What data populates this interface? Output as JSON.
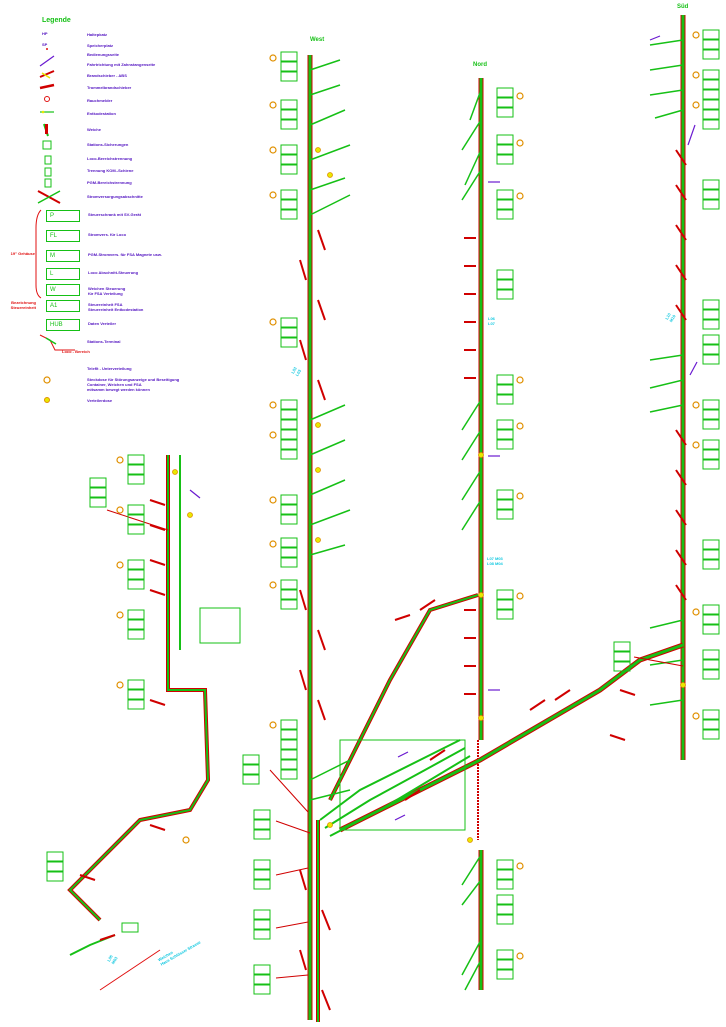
{
  "legend": {
    "title": "Legende",
    "rows": [
      {
        "abbr": "HP",
        "text": "Haltepkatz",
        "sym": "none"
      },
      {
        "abbr": "SP",
        "text": "Speicherplatz",
        "sym": "none"
      },
      {
        "abbr": "",
        "text": "Bedienungsseite",
        "sym": "dot"
      },
      {
        "abbr": "",
        "text": "Fahrtrichtung mit Zahnstangenseite",
        "sym": "arrow"
      },
      {
        "abbr": "",
        "text": "Brandschieber - ABS",
        "sym": "brand"
      },
      {
        "abbr": "",
        "text": "Trommelbrandschieber",
        "sym": "trommel"
      },
      {
        "abbr": "",
        "text": "Rauchmelder",
        "sym": "circle"
      },
      {
        "abbr": "",
        "text": "Entkodestation",
        "sym": "entkode"
      },
      {
        "abbr": "",
        "text": "Weiche",
        "sym": "weiche"
      },
      {
        "abbr": "",
        "text": "Stations-Sicherungen",
        "sym": "stat"
      },
      {
        "abbr": "",
        "text": "Loco-Bereichstrennung",
        "sym": "loco"
      },
      {
        "abbr": "",
        "text": "Trennung KOM.-Schiene",
        "sym": "kom"
      },
      {
        "abbr": "",
        "text": "PGM-Bereichstrennung",
        "sym": "pgm"
      },
      {
        "abbr": "",
        "text": "Stromversorgungsabschnitte",
        "sym": "strom"
      }
    ],
    "boxes": [
      {
        "label": "P",
        "text": "Steuerschrank mit SV-Gerät"
      },
      {
        "label": "FL",
        "text": "Stromvers. für Loco"
      },
      {
        "label": "M",
        "text": "PGM-Stromvers. für FSA Magnete usw."
      },
      {
        "label": "L",
        "text": "Loco Abschnitt-Steuerung"
      },
      {
        "label": "W",
        "text": "Weichen Steuerung\nfür FSA Verteilung"
      },
      {
        "label": "A1",
        "text": "Steuereinheit FSA\nSteuereinheit Entkodestation"
      },
      {
        "label": "HUB",
        "text": "Daten Verteiler"
      }
    ],
    "terminal_text": "Stations-Terminal",
    "loco_bereich": "Loco - Bereich",
    "teleflt_text": "Teleflt - Unterverteilung",
    "steckdose_text": "Steckdose für Störungsanzeige und Beseitigung\nContainer, Weichen und FSA\nmitsamm bewegt werden können",
    "verteiler_text": "Verteilerdose",
    "side_label_19": "19\" Gehäuse",
    "side_label_bez": "Bezeichnung\nSteuereinheit"
  },
  "sections": {
    "west": "West",
    "nord": "Nord",
    "sued": "Süd"
  },
  "cyan_labels": {
    "nord_l06": "L06\nL07",
    "nord_l07": "L07   M03\nL08   M04",
    "west_l02": "L03\nL03",
    "bottom_caption": "Weichen\nHaus Schlösser Strasse",
    "bottom_left": "L05\nM03",
    "sued_l10": "L10\nM10"
  },
  "colors": {
    "track": "#16c016",
    "outline": "#d00000",
    "box": "#16c016",
    "marker": "#e8e800",
    "accent": "#6a1ad0",
    "label": "#e01010",
    "cyan": "#10c8e0"
  }
}
